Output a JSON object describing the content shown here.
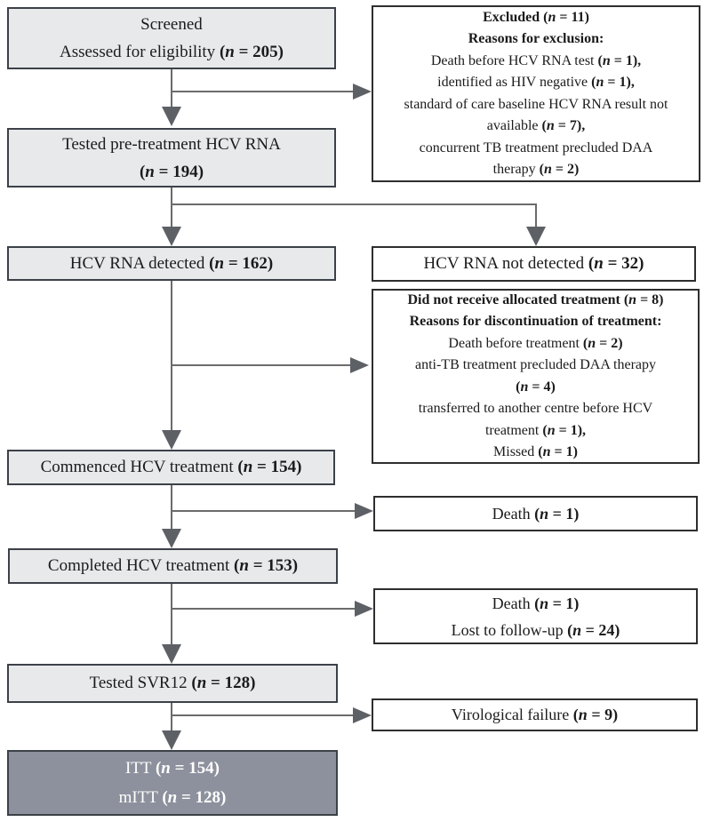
{
  "diagram": {
    "type": "consort-flowchart",
    "colors": {
      "main_box_fill": "#e7e9eb",
      "main_box_border": "#3c4148",
      "side_box_fill": "#ffffff",
      "side_box_border": "#2e2e2e",
      "final_box_fill": "#8d919d",
      "final_box_text": "#ffffff",
      "connector_line": "#6b6b6b",
      "arrowhead": "#5d6166",
      "text": "#1b1b1b"
    },
    "boxes": {
      "screened": {
        "lines": [
          [
            {
              "t": "Screened",
              "s": "r"
            }
          ],
          [
            {
              "t": "Assessed for eligibility ",
              "s": "r"
            },
            {
              "t": "(",
              "s": "b"
            },
            {
              "t": "n",
              "s": "bi"
            },
            {
              "t": " = 205)",
              "s": "b"
            }
          ]
        ]
      },
      "excluded": {
        "lines": [
          [
            {
              "t": "Excluded (",
              "s": "b"
            },
            {
              "t": "n",
              "s": "bi"
            },
            {
              "t": " = 11)",
              "s": "b"
            }
          ],
          [
            {
              "t": "Reasons for exclusion:",
              "s": "b"
            }
          ],
          [
            {
              "t": "Death before HCV RNA test ",
              "s": "r"
            },
            {
              "t": "(",
              "s": "b"
            },
            {
              "t": "n",
              "s": "bi"
            },
            {
              "t": " = 1),",
              "s": "b"
            }
          ],
          [
            {
              "t": "identified as HIV negative ",
              "s": "r"
            },
            {
              "t": "(",
              "s": "b"
            },
            {
              "t": "n",
              "s": "bi"
            },
            {
              "t": " = 1),",
              "s": "b"
            }
          ],
          [
            {
              "t": "standard of care baseline HCV RNA result not",
              "s": "r"
            }
          ],
          [
            {
              "t": "available ",
              "s": "r"
            },
            {
              "t": "(",
              "s": "b"
            },
            {
              "t": "n",
              "s": "bi"
            },
            {
              "t": " = 7),",
              "s": "b"
            }
          ],
          [
            {
              "t": "concurrent TB treatment precluded DAA",
              "s": "r"
            }
          ],
          [
            {
              "t": "therapy ",
              "s": "r"
            },
            {
              "t": "(",
              "s": "b"
            },
            {
              "t": "n",
              "s": "bi"
            },
            {
              "t": " = 2)",
              "s": "b"
            }
          ]
        ]
      },
      "tested_pre": {
        "lines": [
          [
            {
              "t": "Tested pre-treatment HCV RNA",
              "s": "r"
            }
          ],
          [
            {
              "t": "(",
              "s": "b"
            },
            {
              "t": "n",
              "s": "bi"
            },
            {
              "t": " = 194)",
              "s": "b"
            }
          ]
        ]
      },
      "hcv_detected": {
        "lines": [
          [
            {
              "t": "HCV RNA detected ",
              "s": "r"
            },
            {
              "t": "(",
              "s": "b"
            },
            {
              "t": "n",
              "s": "bi"
            },
            {
              "t": " = 162)",
              "s": "b"
            }
          ]
        ]
      },
      "hcv_not_detected": {
        "lines": [
          [
            {
              "t": "HCV RNA not detected ",
              "s": "r"
            },
            {
              "t": "(",
              "s": "b"
            },
            {
              "t": "n",
              "s": "bi"
            },
            {
              "t": " = 32)",
              "s": "b"
            }
          ]
        ]
      },
      "did_not_receive": {
        "lines": [
          [
            {
              "t": "Did not receive allocated treatment (",
              "s": "b"
            },
            {
              "t": "n",
              "s": "bi"
            },
            {
              "t": " = 8)",
              "s": "b"
            }
          ],
          [
            {
              "t": "Reasons for discontinuation of treatment:",
              "s": "b"
            }
          ],
          [
            {
              "t": "Death before treatment ",
              "s": "r"
            },
            {
              "t": "(",
              "s": "b"
            },
            {
              "t": "n",
              "s": "bi"
            },
            {
              "t": " = 2)",
              "s": "b"
            }
          ],
          [
            {
              "t": "anti-TB treatment precluded DAA therapy",
              "s": "r"
            }
          ],
          [
            {
              "t": "(",
              "s": "b"
            },
            {
              "t": "n",
              "s": "bi"
            },
            {
              "t": " = 4)",
              "s": "b"
            }
          ],
          [
            {
              "t": "transferred to another centre before HCV",
              "s": "r"
            }
          ],
          [
            {
              "t": "treatment ",
              "s": "r"
            },
            {
              "t": "(",
              "s": "b"
            },
            {
              "t": "n",
              "s": "bi"
            },
            {
              "t": " = 1),",
              "s": "b"
            }
          ],
          [
            {
              "t": "Missed ",
              "s": "r"
            },
            {
              "t": "(",
              "s": "b"
            },
            {
              "t": "n",
              "s": "bi"
            },
            {
              "t": " = 1)",
              "s": "b"
            }
          ]
        ]
      },
      "commenced": {
        "lines": [
          [
            {
              "t": "Commenced HCV treatment ",
              "s": "r"
            },
            {
              "t": "(",
              "s": "b"
            },
            {
              "t": "n",
              "s": "bi"
            },
            {
              "t": " = 154)",
              "s": "b"
            }
          ]
        ]
      },
      "death_after_commence": {
        "lines": [
          [
            {
              "t": "Death ",
              "s": "r"
            },
            {
              "t": "(",
              "s": "b"
            },
            {
              "t": "n",
              "s": "bi"
            },
            {
              "t": " = 1)",
              "s": "b"
            }
          ]
        ]
      },
      "completed": {
        "lines": [
          [
            {
              "t": "Completed HCV treatment ",
              "s": "r"
            },
            {
              "t": "(",
              "s": "b"
            },
            {
              "t": "n",
              "s": "bi"
            },
            {
              "t": " = 153)",
              "s": "b"
            }
          ]
        ]
      },
      "death_ltfu": {
        "lines": [
          [
            {
              "t": "Death ",
              "s": "r"
            },
            {
              "t": "(",
              "s": "b"
            },
            {
              "t": "n",
              "s": "bi"
            },
            {
              "t": " = 1)",
              "s": "b"
            }
          ],
          [
            {
              "t": "Lost to follow-up ",
              "s": "r"
            },
            {
              "t": "(",
              "s": "b"
            },
            {
              "t": "n",
              "s": "bi"
            },
            {
              "t": " = 24)",
              "s": "b"
            }
          ]
        ]
      },
      "tested_svr12": {
        "lines": [
          [
            {
              "t": "Tested SVR12 ",
              "s": "r"
            },
            {
              "t": "(",
              "s": "b"
            },
            {
              "t": "n",
              "s": "bi"
            },
            {
              "t": " = 128)",
              "s": "b"
            }
          ]
        ]
      },
      "virological_failure": {
        "lines": [
          [
            {
              "t": "Virological failure ",
              "s": "r"
            },
            {
              "t": "(",
              "s": "b"
            },
            {
              "t": "n",
              "s": "bi"
            },
            {
              "t": " = 9)",
              "s": "b"
            }
          ]
        ]
      },
      "itt": {
        "lines": [
          [
            {
              "t": "ITT ",
              "s": "r"
            },
            {
              "t": "(",
              "s": "b"
            },
            {
              "t": "n",
              "s": "bi"
            },
            {
              "t": " = 154)",
              "s": "b"
            }
          ],
          [
            {
              "t": "mITT ",
              "s": "r"
            },
            {
              "t": "(",
              "s": "b"
            },
            {
              "t": "n",
              "s": "bi"
            },
            {
              "t": " = 128)",
              "s": "b"
            }
          ]
        ]
      }
    }
  }
}
